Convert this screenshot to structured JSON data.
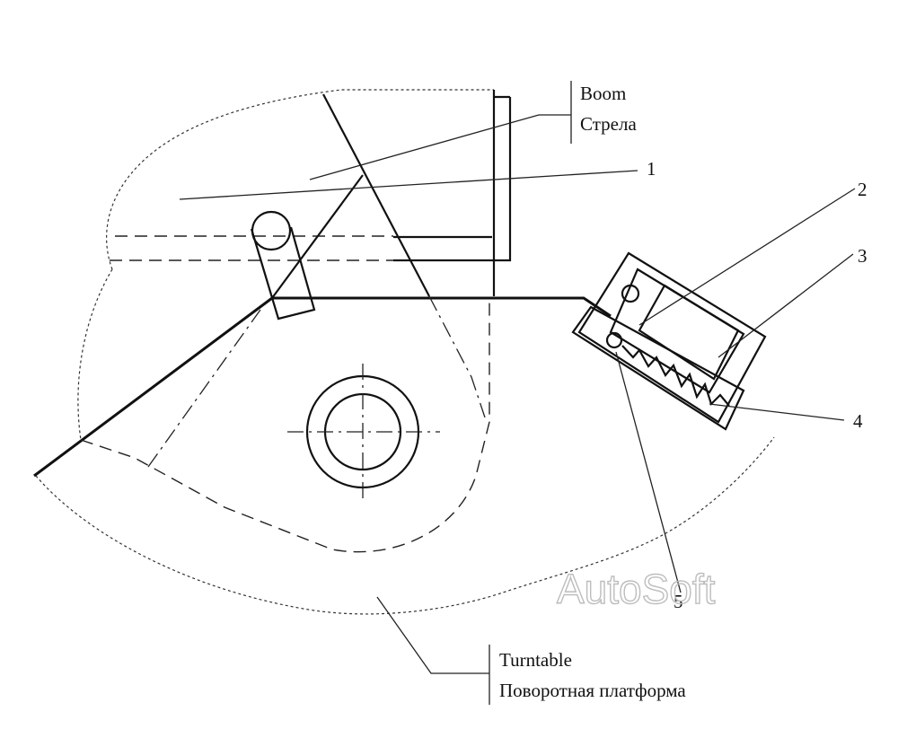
{
  "labels": {
    "boom_en": "Boom",
    "boom_ru": "Стрела",
    "turntable_en": "Turntable",
    "turntable_ru": "Поворотная платформа"
  },
  "callouts": [
    "1",
    "2",
    "3",
    "4",
    "5"
  ],
  "watermark": "AutoSoft"
}
